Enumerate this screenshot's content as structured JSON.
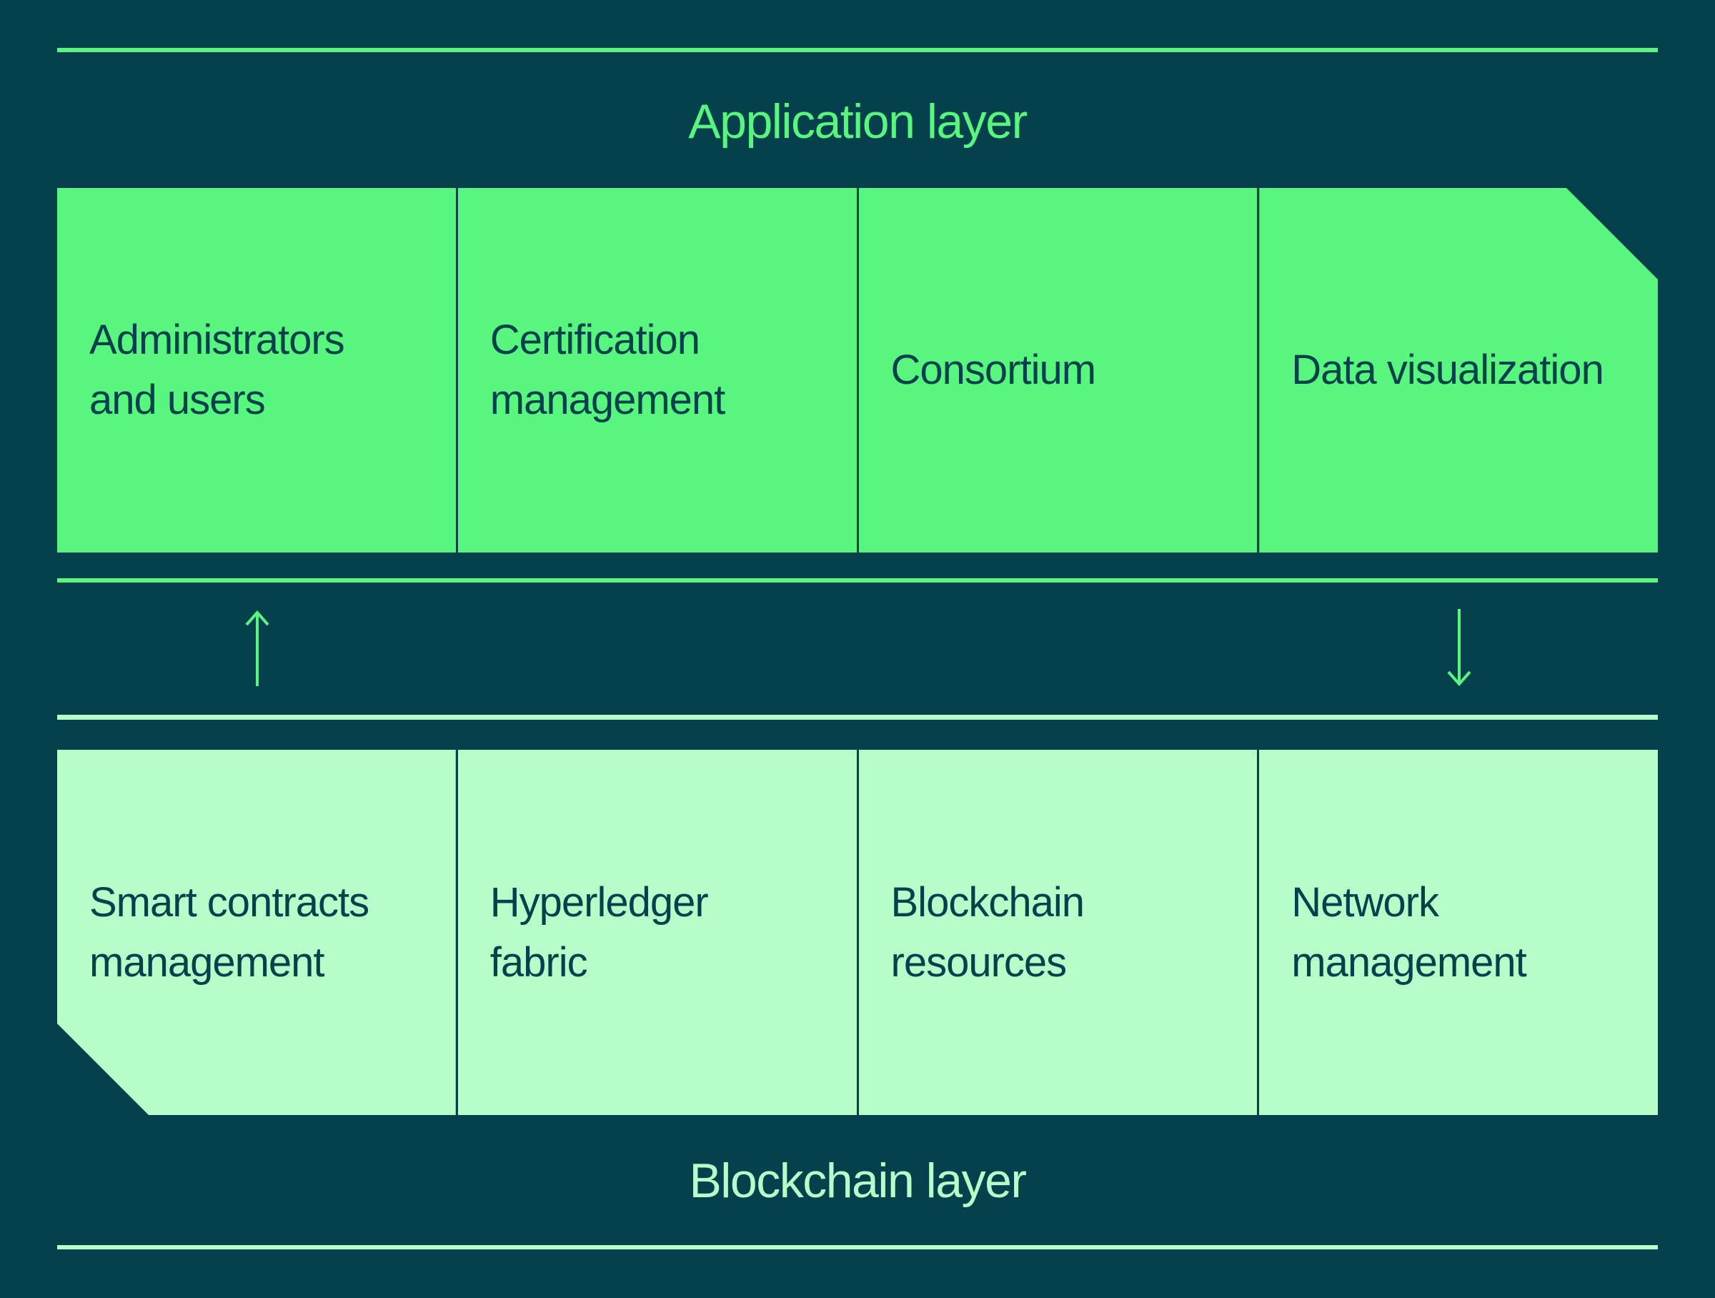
{
  "colors": {
    "background": "#05414c",
    "bright_green": "#58f67e",
    "mint_green": "#b6fdc9",
    "box_text": "#05414c"
  },
  "application_layer": {
    "title": "Application layer",
    "boxes": [
      {
        "label": "Administrators\nand users"
      },
      {
        "label": "Certification\nmanagement"
      },
      {
        "label": "Consortium"
      },
      {
        "label": "Data visualization"
      }
    ]
  },
  "blockchain_layer": {
    "title": "Blockchain layer",
    "boxes": [
      {
        "label": "Smart contracts\nmanagement"
      },
      {
        "label": "Hyperledger\nfabric"
      },
      {
        "label": "Blockchain\nresources"
      },
      {
        "label": "Network\nmanagement"
      }
    ]
  },
  "icons": {
    "up_arrow": "up-arrow",
    "down_arrow": "down-arrow"
  }
}
